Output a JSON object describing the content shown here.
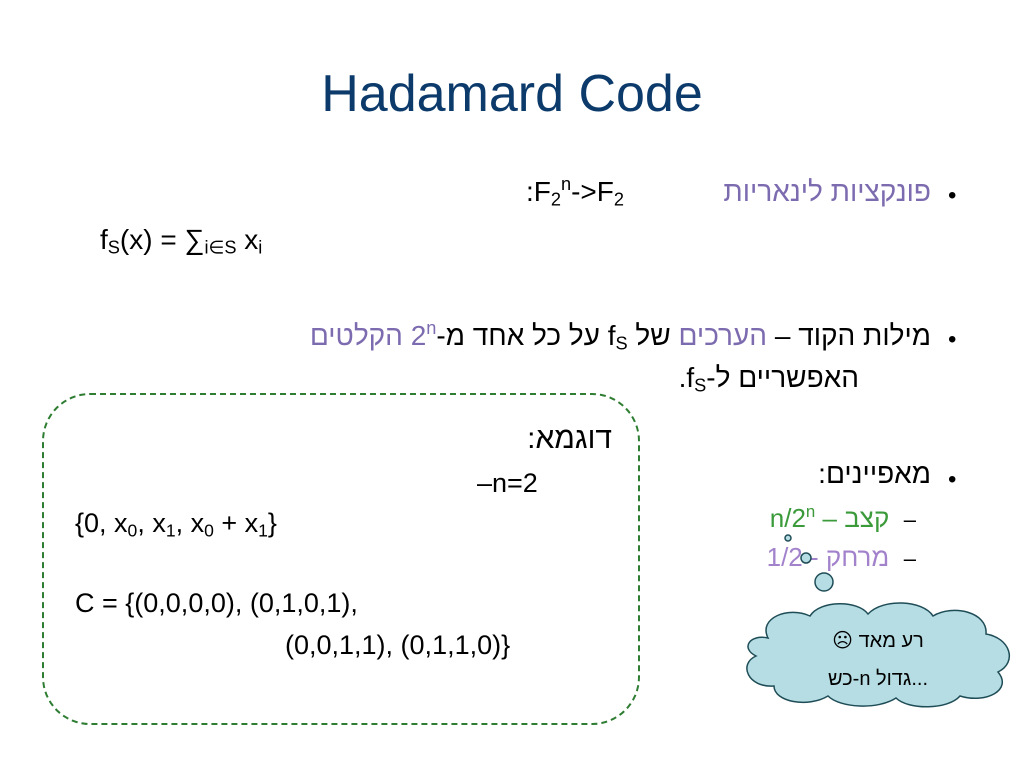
{
  "slide": {
    "title": "Hadamard Code"
  },
  "bullets": {
    "b1": {
      "label": "פונקציות לינאריות",
      "formula_prefix": ":F",
      "formula_sub1": "2",
      "formula_sup": "n",
      "formula_mid": "->F",
      "formula_sub2": "2",
      "def_f": "f",
      "def_S": "S",
      "def_mid": "(x) = ∑",
      "def_sub": "i∈S",
      "def_x": " x",
      "def_i": "i"
    },
    "b2": {
      "part1": "מילות הקוד – ",
      "part2": "הערכים",
      "part3": " של f",
      "part3_sub": "S",
      "part4": " על כל אחד מ-",
      "part5": "2",
      "part5_sup": "n",
      "part6": " הקלטים",
      "line2a": "האפשריים ל-f",
      "line2_sub": "S",
      "line2_end": "."
    },
    "b3": {
      "label": "מאפיינים:",
      "sub1_dash": "–",
      "sub1_label": "קצב – ",
      "sub1_val": "n/2",
      "sub1_sup": "n",
      "sub2_dash": "–",
      "sub2_label": "מרחק - ",
      "sub2_val": "1/2"
    },
    "dot": "•"
  },
  "example": {
    "title": "דוגמא:",
    "n_line": "–n=2",
    "set_open": "{0, x",
    "set_s0": "0",
    "set_mid1": ", x",
    "set_s1": "1",
    "set_mid2": ", x",
    "set_s2": "0",
    "set_mid3": " + x",
    "set_s3": "1",
    "set_close": "}",
    "code_line1": "C = {(0,0,0,0), (0,1,0,1),",
    "code_line2": "(0,0,1,1), (0,1,1,0)}"
  },
  "callout": {
    "line1": "☹ רע מאד",
    "line2": "כש-n גדול...",
    "fill": "#b5dde3"
  },
  "colors": {
    "title": "#0b3a6b",
    "purple": "#7d6bb0",
    "green": "#3b9a3a",
    "lilac": "#a382cc",
    "box_border": "#2e7d32"
  }
}
